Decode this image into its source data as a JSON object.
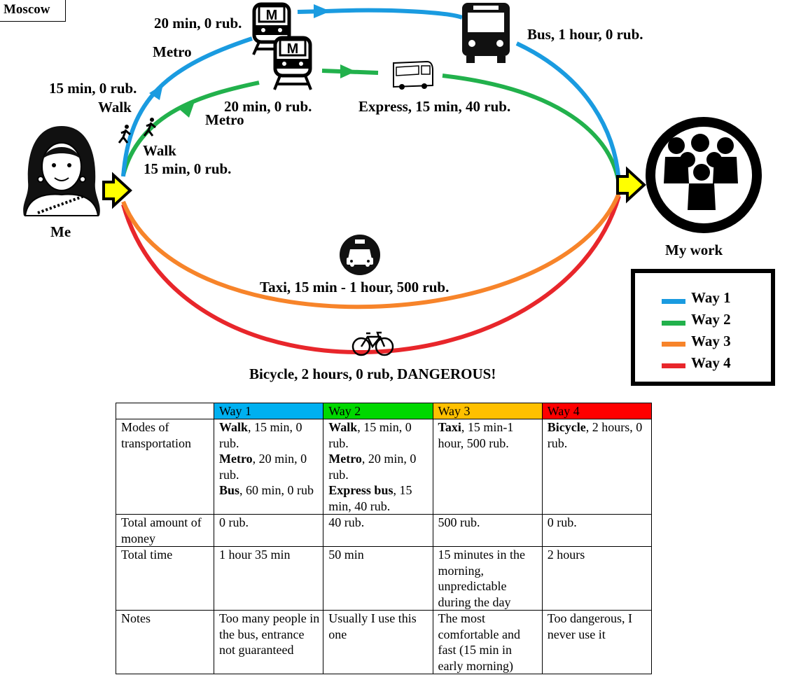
{
  "city": "Moscow",
  "nodes": {
    "me": "Me",
    "work": "My work"
  },
  "labels": {
    "w1_walk_time": "15 min, 0 rub.",
    "w1_walk": "Walk",
    "w1_metro": "Metro",
    "w1_metro_time": "20 min, 0 rub.",
    "w1_bus": "Bus, 1 hour, 0 rub.",
    "w2_walk": "Walk",
    "w2_walk_time": "15 min, 0 rub.",
    "w2_metro_time": "20 min, 0 rub.",
    "w2_metro": "Metro",
    "w2_express": "Express, 15 min, 40 rub.",
    "w3_taxi": "Taxi, 15 min - 1 hour, 500 rub.",
    "w4_bicycle": "Bicycle, 2 hours, 0 rub, DANGEROUS!",
    "metro_sign": "M"
  },
  "legend": [
    {
      "label": "Way 1",
      "color": "#1a9be0"
    },
    {
      "label": "Way 2",
      "color": "#22b14c"
    },
    {
      "label": "Way 3",
      "color": "#f7842a"
    },
    {
      "label": "Way 4",
      "color": "#e8262b"
    }
  ],
  "icons": [
    "person-icon",
    "office-people-icon",
    "metro-train-icon",
    "bus-icon",
    "express-bus-icon",
    "walker-icon",
    "taxi-icon",
    "bicycle-icon",
    "arrow-icon"
  ],
  "table": {
    "headers": [
      "",
      "Way 1",
      "Way 2",
      "Way 3",
      "Way 4"
    ],
    "header_colors": [
      "#ffffff",
      "#00b0f0",
      "#00d800",
      "#ffc000",
      "#ff0000"
    ],
    "modes_label": "Modes of transportation",
    "modes": [
      [
        {
          "b": "Walk",
          "t": ", 15 min, 0 rub."
        },
        {
          "b": "Metro",
          "t": ", 20 min, 0 rub."
        },
        {
          "b": "Bus",
          "t": ", 60 min, 0 rub"
        }
      ],
      [
        {
          "b": "Walk",
          "t": ", 15 min, 0 rub."
        },
        {
          "b": "Metro",
          "t": ", 20 min, 0 rub."
        },
        {
          "b": "Express bus",
          "t": ", 15 min, 40 rub."
        }
      ],
      [
        {
          "b": "Taxi",
          "t": ", 15 min-1 hour, 500 rub."
        }
      ],
      [
        {
          "b": "Bicycle",
          "t": ", 2 hours, 0 rub."
        }
      ]
    ],
    "rows": [
      {
        "label": "Total amount of money",
        "cells": [
          "0 rub.",
          "40 rub.",
          "500 rub.",
          "0 rub."
        ]
      },
      {
        "label": "Total time",
        "cells": [
          "1 hour 35 min",
          "50 min",
          "15 minutes in the morning, unpredictable during the day",
          "2 hours"
        ]
      },
      {
        "label": "Notes",
        "cells": [
          "Too many people in the bus, entrance not guaranteed",
          "Usually I use this one",
          "The most comfortable and fast (15 min in early morning)",
          "Too dangerous, I never use it"
        ]
      }
    ]
  }
}
